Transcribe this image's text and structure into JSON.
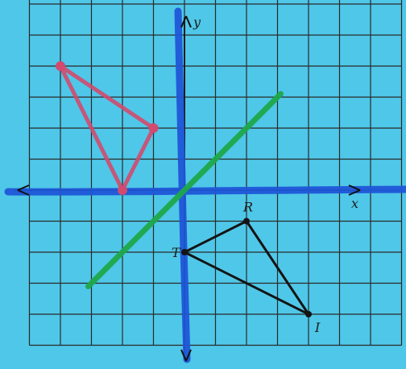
{
  "colors": {
    "background": "#4fc7e8",
    "grid": "#2a2a2a",
    "axes_ink": "#1a1a1a",
    "blue_marker": "#1f56d8",
    "green_marker": "#1fa84a",
    "red_marker": "#d24a6e",
    "triangle_ink": "#141414"
  },
  "axes": {
    "x_label": "x",
    "y_label": "y"
  },
  "grid": {
    "x_range": [
      -5,
      7
    ],
    "y_range": [
      -5,
      7
    ]
  },
  "reflection_line": {
    "equation_points": [
      [
        -3,
        -3
      ],
      [
        3,
        3
      ]
    ],
    "color_name": "green"
  },
  "original_triangle": {
    "vertices": [
      {
        "label": "R",
        "x": 2,
        "y": -1
      },
      {
        "label": "T",
        "x": 0,
        "y": -2
      },
      {
        "label": "I",
        "x": 4,
        "y": -4
      }
    ]
  },
  "reflected_triangle": {
    "vertices": [
      {
        "x": -4,
        "y": 4
      },
      {
        "x": -1,
        "y": 2
      },
      {
        "x": -2,
        "y": 0
      }
    ],
    "color_name": "red"
  }
}
